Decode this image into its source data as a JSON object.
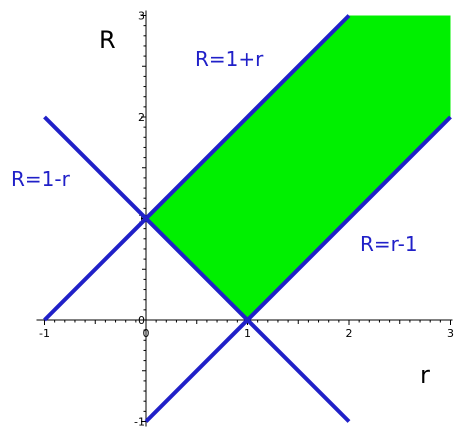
{
  "chart_data": {
    "type": "line",
    "xlabel": "r",
    "ylabel": "R",
    "xlim": [
      -1,
      3
    ],
    "ylim": [
      -1,
      3
    ],
    "grid": false,
    "x_ticks": [
      "-1",
      "0",
      "1",
      "2",
      "3"
    ],
    "y_ticks": [
      "-1",
      "0",
      "1",
      "2",
      "3"
    ],
    "line_color": "#2020c8",
    "region_color": "#00f000",
    "series": [
      {
        "name": "R=1+r",
        "x": [
          -1,
          2
        ],
        "y": [
          0,
          3
        ]
      },
      {
        "name": "R=1-r",
        "x": [
          -1,
          2
        ],
        "y": [
          2,
          -1
        ]
      },
      {
        "name": "R=r-1",
        "x": [
          0,
          3
        ],
        "y": [
          -1,
          2
        ]
      }
    ],
    "shaded_region": {
      "x": [
        0,
        1,
        3,
        3,
        2
      ],
      "y": [
        1,
        0,
        2,
        3,
        3
      ]
    }
  }
}
